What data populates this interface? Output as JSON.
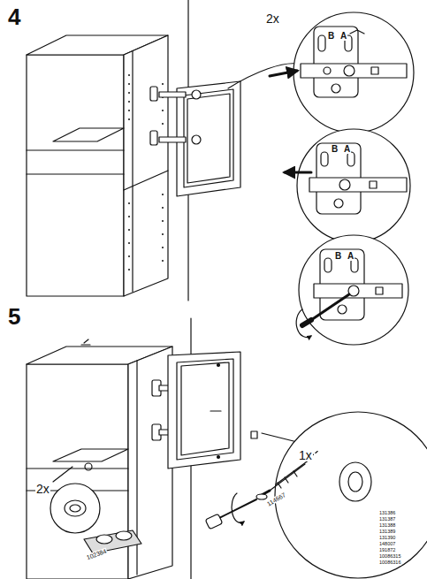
{
  "diagram": {
    "labels": [
      "4",
      "2x",
      "B",
      "A",
      "B",
      "A",
      "B",
      "A",
      "5",
      "1x",
      "114667",
      "2x",
      "102384",
      "131386",
      "131387",
      "131388",
      "131389",
      "131390",
      "148007",
      "191872",
      "10086315",
      "10086316"
    ]
  }
}
